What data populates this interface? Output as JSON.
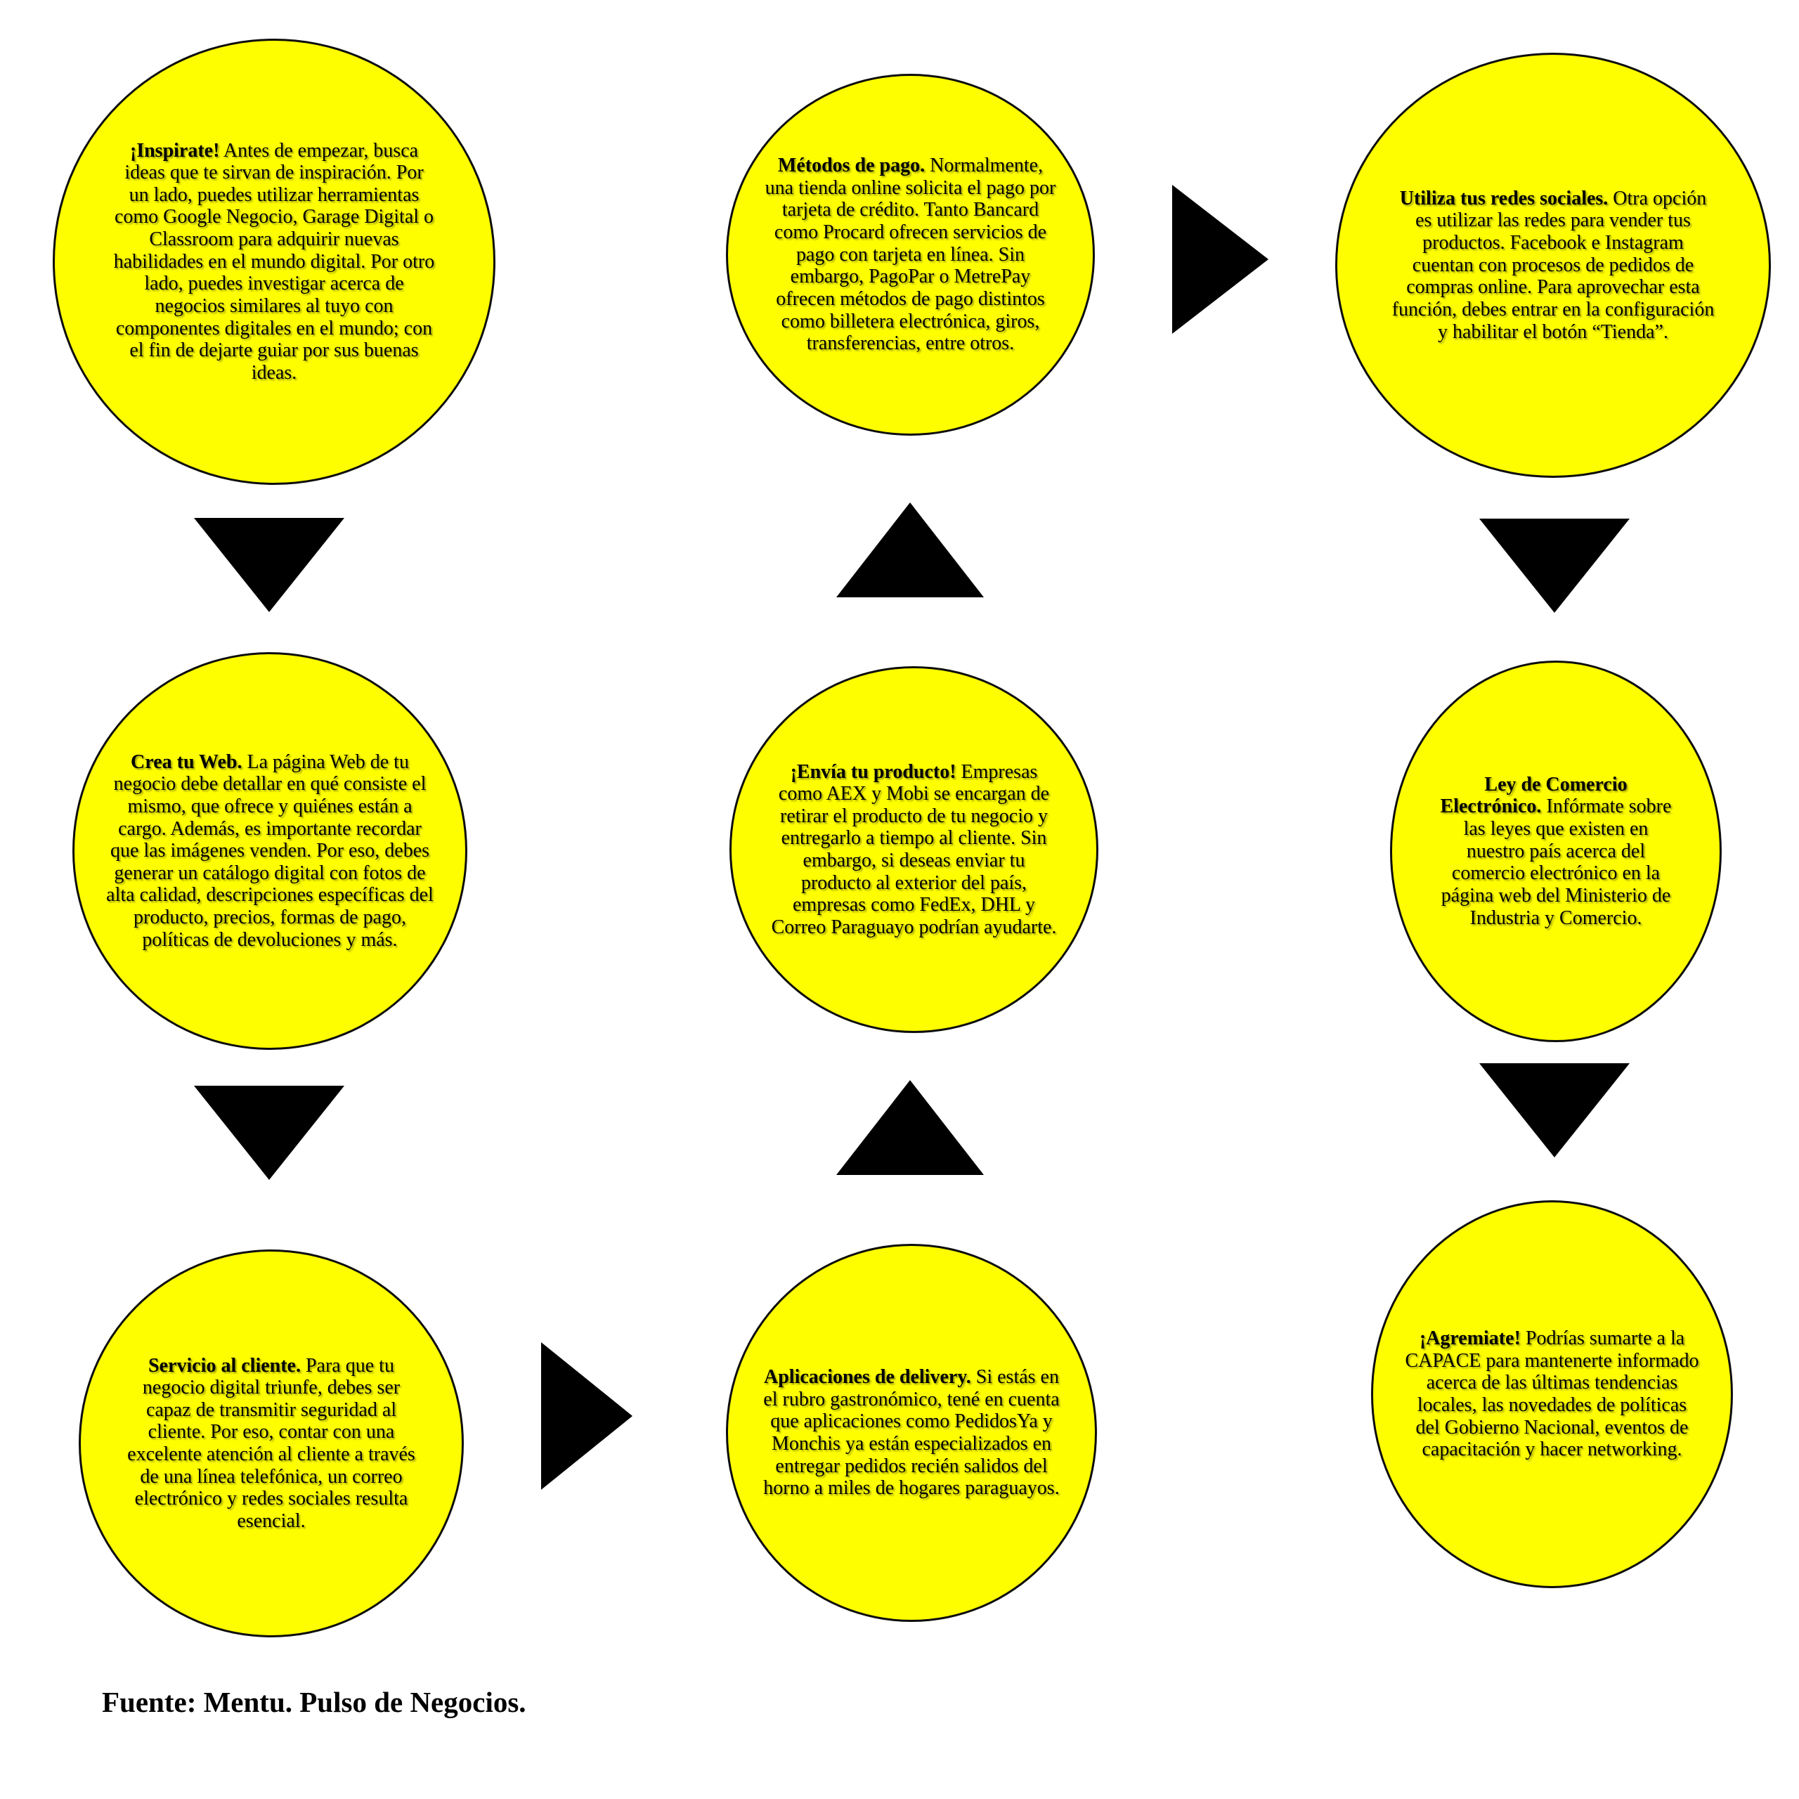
{
  "colors": {
    "background": "#ffffff",
    "circle_fill": "#fefe00",
    "circle_border": "#0d0d0d",
    "arrow": "#000000",
    "text": "#000000"
  },
  "circles": [
    {
      "name": "inspirate",
      "title": "¡Inspirate!",
      "body": "Antes de empezar, busca ideas que te sirvan de inspiración. Por un lado, puedes utilizar herramientas como Google Negocio, Garage Digital o Classroom para adquirir nuevas habilidades en el mundo digital. Por otro lado, puedes investigar acerca de negocios similares al tuyo con componentes digitales en el mundo; con el fin de dejarte guiar por sus buenas ideas."
    },
    {
      "name": "metodos-de-pago",
      "title": "Métodos de pago.",
      "body": "Normalmente, una tienda online solicita el pago por tarjeta de crédito. Tanto Bancard como Procard ofrecen servicios de pago con tarjeta en línea. Sin embargo, PagoPar o MetrePay ofrecen métodos de pago distintos como billetera electrónica, giros, transferencias, entre otros."
    },
    {
      "name": "utiliza-tus-redes-sociales",
      "title": "Utiliza tus redes sociales.",
      "body": "Otra opción es utilizar las redes para vender tus productos. Facebook e Instagram cuentan con procesos de pedidos de compras online. Para aprovechar esta función, debes entrar en la configuración y habilitar el botón “Tienda”."
    },
    {
      "name": "crea-tu-web",
      "title": "Crea tu Web.",
      "body": "La página Web de tu negocio debe detallar en qué consiste el mismo, que ofrece y quiénes están a cargo. Además, es importante recordar que las imágenes venden. Por eso, debes generar un catálogo digital con fotos de alta calidad, descripciones específicas del producto, precios, formas de pago, políticas de devoluciones y más."
    },
    {
      "name": "envia-tu-producto",
      "title": "¡Envía tu producto!",
      "body": "Empresas como AEX y Mobi se encargan de retirar el producto de tu negocio y entregarlo a tiempo al cliente. Sin embargo, si deseas enviar tu producto al exterior del país, empresas como FedEx, DHL y Correo Paraguayo podrían ayudarte."
    },
    {
      "name": "ley-de-comercio-electronico",
      "title": "Ley de Comercio Electrónico.",
      "body": "Infórmate sobre las leyes que existen en nuestro país acerca del comercio electrónico en la página web del Ministerio de Industria y Comercio."
    },
    {
      "name": "servicio-al-cliente",
      "title": "Servicio al cliente.",
      "body": "Para que tu negocio digital triunfe, debes ser capaz de transmitir seguridad al cliente. Por eso, contar con una excelente atención al cliente a través de una línea telefónica, un correo electrónico y redes sociales resulta esencial."
    },
    {
      "name": "aplicaciones-de-delivery",
      "title": "Aplicaciones de delivery.",
      "body": "Si estás en el rubro gastronómico, tené en cuenta que aplicaciones como PedidosYa y Monchis ya están especializados en entregar pedidos recién salidos del horno a miles de hogares paraguayos."
    },
    {
      "name": "agremiate",
      "title": "¡Agremiate!",
      "body": "Podrías sumarte a la CAPACE para mantenerte informado acerca de las últimas tendencias locales, las novedades de políticas del Gobierno Nacional, eventos de capacitación y hacer networking."
    }
  ],
  "arrows": [
    {
      "name": "arrow-inspirate-to-crea-tu-web",
      "direction": "down"
    },
    {
      "name": "arrow-crea-tu-web-to-servicio-al-cliente",
      "direction": "down"
    },
    {
      "name": "arrow-envia-tu-producto-to-metodos-de-pago",
      "direction": "up"
    },
    {
      "name": "arrow-aplicaciones-delivery-to-envia-tu-producto",
      "direction": "up"
    },
    {
      "name": "arrow-metodos-de-pago-to-redes-sociales",
      "direction": "right"
    },
    {
      "name": "arrow-redes-sociales-to-ley-comercio",
      "direction": "down"
    },
    {
      "name": "arrow-ley-comercio-to-agremiate",
      "direction": "down"
    },
    {
      "name": "arrow-servicio-al-cliente-to-aplicaciones-delivery",
      "direction": "right"
    }
  ],
  "footer": {
    "text": "Fuente: Mentu. Pulso de Negocios."
  }
}
